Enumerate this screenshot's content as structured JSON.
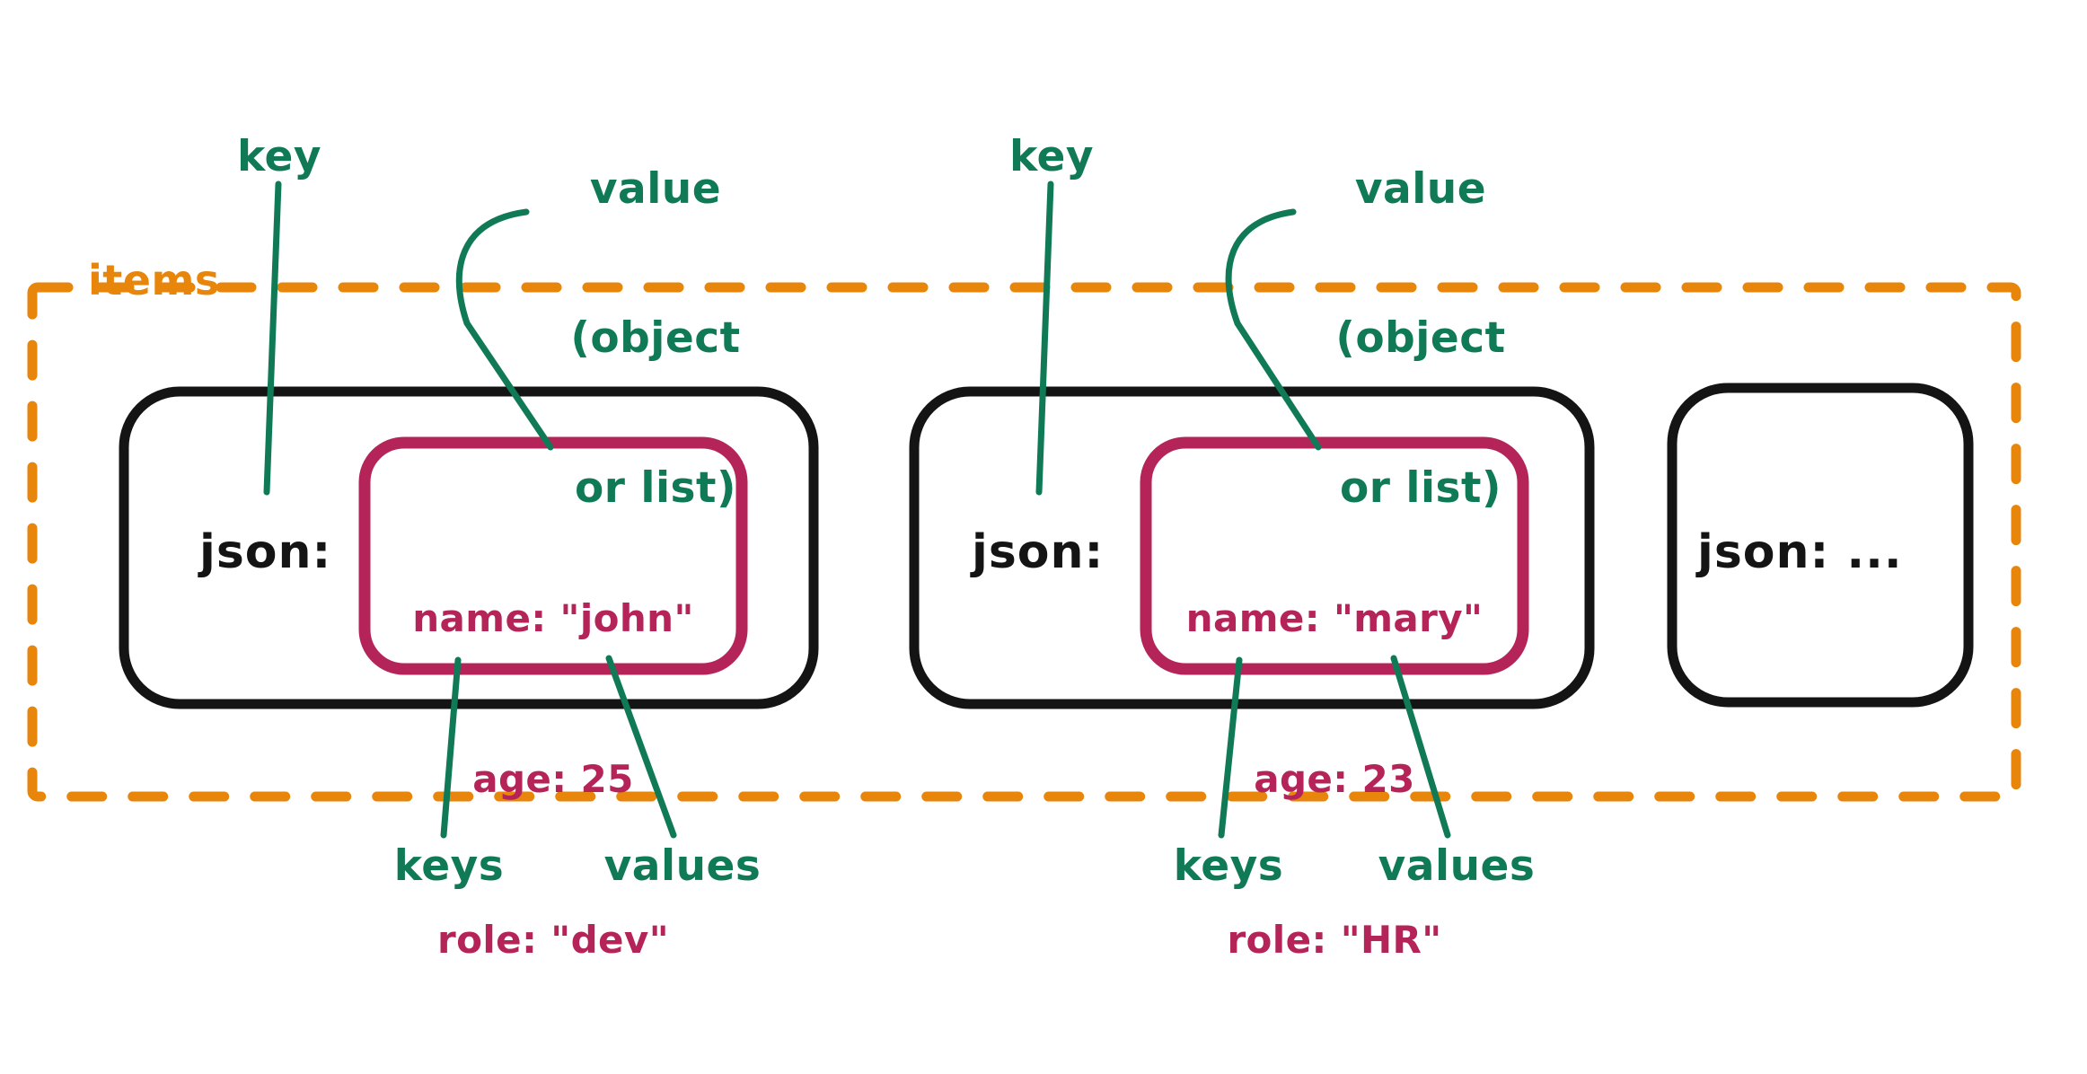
{
  "diagram": {
    "title": "items-container-json-objects",
    "container": {
      "label": "items",
      "border_color": "#E8860C",
      "style": "dashed"
    },
    "annotation_color": "#107A57",
    "card_border_color": "#141414",
    "inner_box_color": "#B42458",
    "annotations": {
      "top": [
        {
          "id": "key-1",
          "label": "key"
        },
        {
          "id": "value-1",
          "lines": [
            "value",
            "(object",
            "or list)"
          ]
        },
        {
          "id": "key-2",
          "label": "key"
        },
        {
          "id": "value-2",
          "lines": [
            "value",
            "(object",
            "or list)"
          ]
        }
      ],
      "bottom": [
        {
          "id": "keys-1",
          "label": "keys"
        },
        {
          "id": "values-1",
          "label": "values"
        },
        {
          "id": "keys-2",
          "label": "keys"
        },
        {
          "id": "values-2",
          "label": "values"
        }
      ]
    },
    "cards": [
      {
        "id": "card-1",
        "key_label": "json:",
        "has_inner": true,
        "inner": {
          "rows": [
            {
              "key": "name:",
              "value": "\"john\"",
              "line": "name: \"john\""
            },
            {
              "key": "age:",
              "value": "25",
              "line": "age: 25"
            },
            {
              "key": "role:",
              "value": "\"dev\"",
              "line": "role: \"dev\""
            }
          ]
        }
      },
      {
        "id": "card-2",
        "key_label": "json:",
        "has_inner": true,
        "inner": {
          "rows": [
            {
              "key": "name:",
              "value": "\"mary\"",
              "line": "name: \"mary\""
            },
            {
              "key": "age:",
              "value": "23",
              "line": "age: 23"
            },
            {
              "key": "role:",
              "value": "\"HR\"",
              "line": "role: \"HR\""
            }
          ]
        }
      },
      {
        "id": "card-3",
        "key_label": "json: ...",
        "has_inner": false
      }
    ]
  }
}
